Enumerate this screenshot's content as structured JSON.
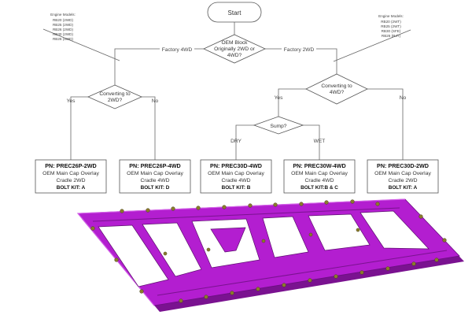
{
  "flowchart": {
    "start": "Start",
    "decision_main": [
      "OEM Block",
      "Originally 2WD or",
      "4WD?"
    ],
    "branch_left": "Factory 4WD",
    "branch_right": "Factory 2WD",
    "decision_left": [
      "Converting to",
      "2WD?"
    ],
    "decision_right": [
      "Converting to",
      "4WD?"
    ],
    "decision_sump": "Sump?",
    "yes": "Yes",
    "no": "No",
    "dry": "DRY",
    "wet": "WET",
    "notes_left": {
      "title": "Engine Models:",
      "lines": [
        "RB20 (2WD)",
        "RB25 (2WD)",
        "RB26 (2WD)",
        "RB30 (2WD)",
        "RB26 (4WD)"
      ]
    },
    "notes_right": {
      "title": "Engine Models:",
      "lines": [
        "RB20 (2WT)",
        "RB25 (2WT)",
        "RB30 (SFE)",
        "RB26 (RJT)"
      ]
    },
    "outcomes": [
      {
        "pn": "PN: PREC26P-2WD",
        "desc1": "OEM Main Cap Overlay",
        "desc2": "Cradle 2WD",
        "kit": "BOLT KIT: A"
      },
      {
        "pn": "PN: PREC26P-4WD",
        "desc1": "OEM Main Cap Overlay",
        "desc2": "Cradle 4WD",
        "kit": "BOLT KIT: D"
      },
      {
        "pn": "PN: PREC30D-4WD",
        "desc1": "OEM Main Cap Overlay",
        "desc2": "Cradle 4WD",
        "kit": "BOLT KIT: B"
      },
      {
        "pn": "PN: PREC30W-4WD",
        "desc1": "OEM Main Cap Overlay",
        "desc2": "Cradle 4WD",
        "kit": "BOLT KIT:B & C"
      },
      {
        "pn": "PN: PREC30D-2WD",
        "desc1": "OEM Main Cap Overlay",
        "desc2": "Cradle 2WD",
        "kit": "BOLT KIT: A"
      }
    ]
  },
  "part_render": {
    "color": "#b31ed0",
    "shade_color": "#7a1290",
    "highlight_color": "#d35ee8"
  }
}
